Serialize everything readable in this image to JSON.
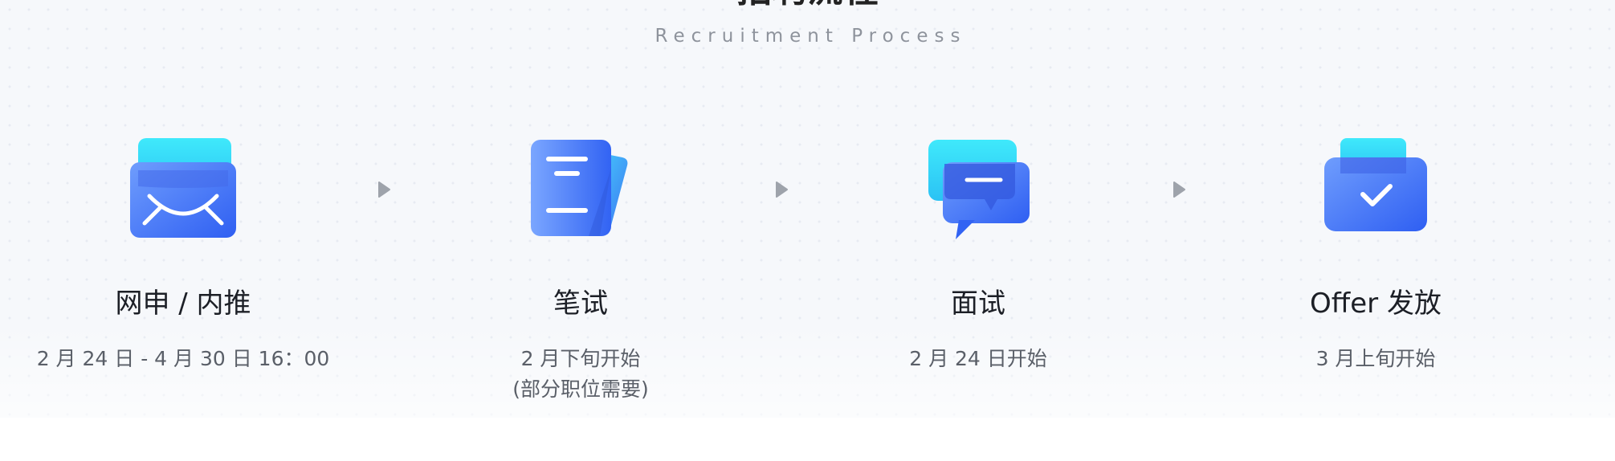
{
  "header": {
    "title": "招聘流程",
    "subtitle": "Recruitment Process"
  },
  "colors": {
    "blue_primary": "#3d6ff5",
    "blue_light": "#6f9dfd",
    "cyan": "#3fe2f8",
    "arrow_gray": "#9ea3ab",
    "title_text": "#1c1f26",
    "date_text": "#5a5f68"
  },
  "steps": [
    {
      "icon": "envelope-icon",
      "title": "网申 / 内推",
      "date": "2 月 24 日 - 4 月 30 日 16：00",
      "note": ""
    },
    {
      "icon": "written-test-document-icon",
      "title": "笔试",
      "date": "2 月下旬开始",
      "note": "(部分职位需要)"
    },
    {
      "icon": "interview-chat-icon",
      "title": "面试",
      "date": "2 月 24 日开始",
      "note": ""
    },
    {
      "icon": "offer-check-icon",
      "title": "Offer 发放",
      "date": "3 月上旬开始",
      "note": ""
    }
  ],
  "connectors": [
    {
      "icon": "arrow-right-icon"
    },
    {
      "icon": "arrow-right-icon"
    },
    {
      "icon": "arrow-right-icon"
    }
  ]
}
